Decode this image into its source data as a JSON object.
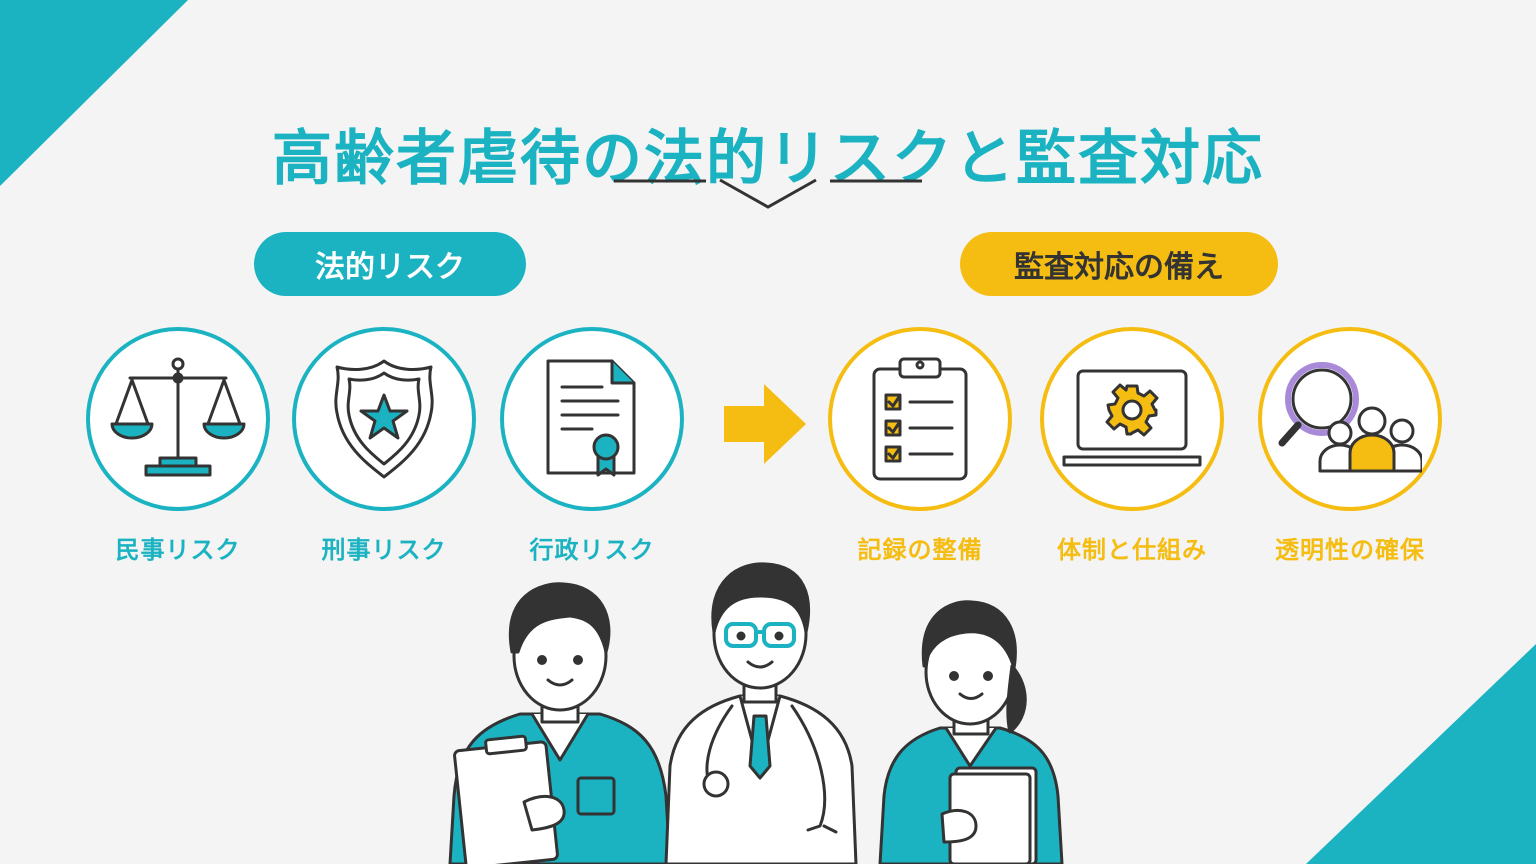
{
  "title": "高齢者虐待の法的リスクと監査対応",
  "legal_risk": {
    "heading": "法的リスク",
    "items": [
      {
        "icon": "scales-icon",
        "label": "民事リスク"
      },
      {
        "icon": "police-badge-icon",
        "label": "刑事リスク"
      },
      {
        "icon": "certificate-document-icon",
        "label": "行政リスク"
      }
    ]
  },
  "audit": {
    "heading": "監査対応の備え",
    "items": [
      {
        "icon": "clipboard-checklist-icon",
        "label": "記録の整備"
      },
      {
        "icon": "laptop-gear-icon",
        "label": "体制と仕組み"
      },
      {
        "icon": "magnifier-people-icon",
        "label": "透明性の確保"
      }
    ]
  },
  "colors": {
    "teal": "#1bb3c2",
    "yellow": "#f5bd12",
    "ink": "#333333",
    "background": "#f4f4f4"
  }
}
